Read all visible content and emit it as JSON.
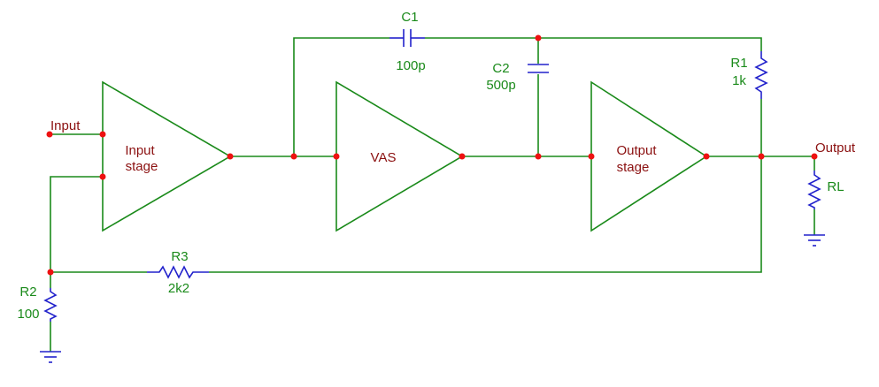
{
  "labels": {
    "input": "Input",
    "output": "Output",
    "input_stage_line1": "Input",
    "input_stage_line2": "stage",
    "vas": "VAS",
    "output_stage_line1": "Output",
    "output_stage_line2": "stage"
  },
  "components": {
    "c1": {
      "name": "C1",
      "value": "100p"
    },
    "c2": {
      "name": "C2",
      "value": "500p"
    },
    "r1": {
      "name": "R1",
      "value": "1k"
    },
    "r2": {
      "name": "R2",
      "value": "100"
    },
    "r3": {
      "name": "R3",
      "value": "2k2"
    },
    "rl": {
      "name": "RL"
    }
  },
  "colors": {
    "wire": "#1a8a1a",
    "component": "#2222cc",
    "node": "#ee1111",
    "stage_text": "#8b1010"
  }
}
